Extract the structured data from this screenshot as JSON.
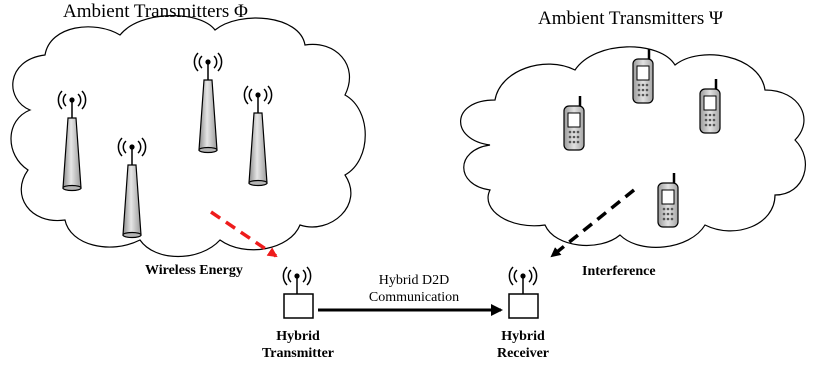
{
  "groups": {
    "phi": {
      "title": "Ambient Transmitters Φ",
      "icon": "base-station-icon"
    },
    "psi": {
      "title": "Ambient Transmitters Ψ",
      "icon": "mobile-phone-icon"
    }
  },
  "labels": {
    "energy": "Wireless Energy",
    "interference": "Interference",
    "link_line1": "Hybrid D2D",
    "link_line2": "Communication",
    "tx_line1": "Hybrid",
    "tx_line2": "Transmitter",
    "rx_line1": "Hybrid",
    "rx_line2": "Receiver"
  },
  "colors": {
    "energy_arrow": "#ee1c1c",
    "interference_arrow": "#000000",
    "tower_fill": "#c8c8c8",
    "phone_fill": "#c8c8c8"
  }
}
